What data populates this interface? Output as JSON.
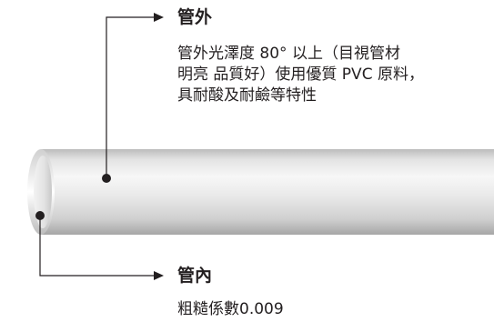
{
  "outer": {
    "title": "管外",
    "lines": [
      "管外光澤度 80° 以上（目視管材",
      "明亮 品質好）使用優質 PVC 原料，",
      "具耐酸及耐鹼等特性"
    ]
  },
  "inner": {
    "title": "管內",
    "lines": [
      "粗糙係數0.009"
    ]
  },
  "colors": {
    "text": "#231f20",
    "line": "#231f20",
    "pipe_light": "#f4f4f4",
    "pipe_mid": "#d6d6d6",
    "pipe_dark": "#a9a9a9"
  }
}
